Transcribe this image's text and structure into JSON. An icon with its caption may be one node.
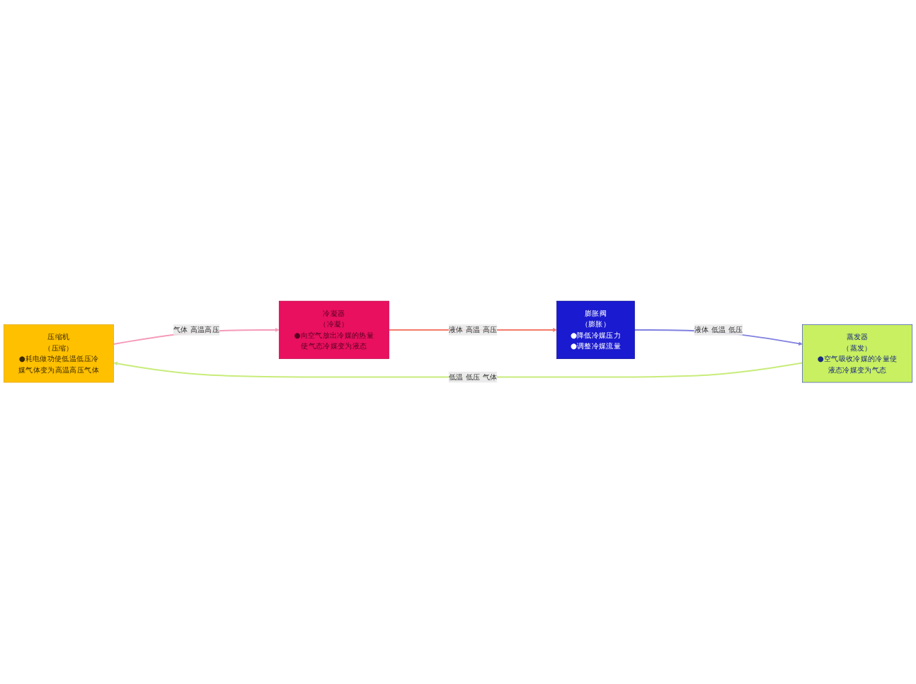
{
  "diagram": {
    "nodes": [
      {
        "text": [
          "压缩机",
          "（压缩）",
          "●耗电做功使低温低压冷媒气体变为高温高压气体"
        ]
      },
      {
        "text": [
          "冷凝器",
          "（冷凝）",
          "●向空气放出冷媒的热量使气态冷媒变为液态"
        ]
      },
      {
        "text": [
          "膨胀阀",
          "（膨胀）",
          "●降低冷媒压力",
          "●调整冷媒流量"
        ]
      },
      {
        "text": [
          "蒸发器",
          "（蒸发）",
          "●空气吸收冷媒的冷量使液态冷媒变为气态"
        ]
      }
    ],
    "edges": [
      {
        "from": 3,
        "to": 0,
        "arrow": "to",
        "label": "低温 低压 气体",
        "color": "#c8ec7a"
      },
      {
        "from": 0,
        "to": 1,
        "arrow": "to",
        "label": "气体 高温高压",
        "color": "#f59ab8"
      },
      {
        "from": 1,
        "to": 2,
        "arrow": "to",
        "label": "液体 高温 高压",
        "color": "#f47a6a"
      },
      {
        "from": 2,
        "to": 3,
        "arrow": "to",
        "label": "液体 低温 低压",
        "color": "#8080e0"
      }
    ]
  }
}
